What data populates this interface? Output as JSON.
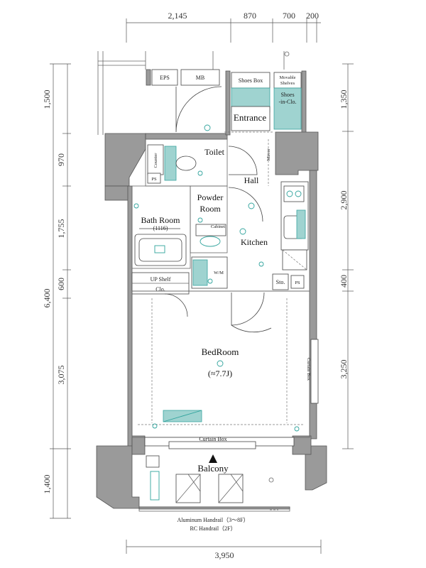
{
  "dimensions": {
    "top": [
      "2,145",
      "870",
      "700",
      "200"
    ],
    "bottom": "3,950",
    "left": [
      "1,500",
      "970",
      "1,755",
      "600",
      "6,400",
      "3,075",
      "1,400"
    ],
    "right": [
      "1,350",
      "2,900",
      "400",
      "3,250"
    ]
  },
  "rooms": {
    "entrance": "Entrance",
    "toilet": "Toilet",
    "hall": "Hall",
    "powder_line1": "Powder",
    "powder_line2": "Room",
    "bath_room": "Bath Room",
    "bath_size": "(1116)",
    "kitchen": "Kitchen",
    "bedroom": "BedRoom",
    "bedroom_size": "(≈7.7J)",
    "balcony": "Balcony"
  },
  "labels": {
    "eps": "EPS",
    "mb": "MB",
    "shoes_box": "Shoes Box",
    "movable_line1": "Movable",
    "movable_line2": "Shelves",
    "shoes_in_clo_line1": "Shoes",
    "shoes_in_clo_line2": "-in-Clo.",
    "counter": "Counter",
    "mirror": "Mirror",
    "ps": "PS",
    "cabinet": "Cabinet",
    "up_shelf": "UP Shelf",
    "clo": "Clo.",
    "wm": "W/M",
    "sto": "Sto.",
    "curtain_box": "Curtain Box",
    "handrail_1": "Aluminum Handrail（3～8F）",
    "handrail_2": "RC Handrail（2F）"
  }
}
